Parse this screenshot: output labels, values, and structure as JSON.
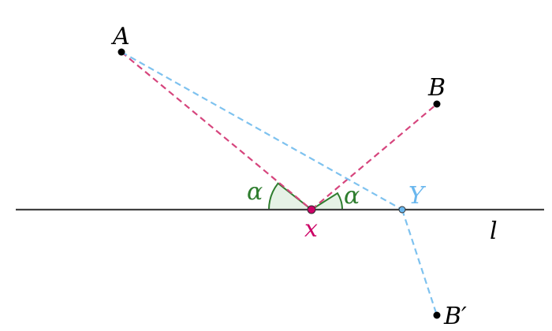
{
  "diagram": {
    "points": {
      "A": {
        "label": "A"
      },
      "B": {
        "label": "B"
      },
      "x": {
        "label": "x"
      },
      "Y": {
        "label": "Y"
      },
      "B_prime": {
        "label": "B′"
      }
    },
    "line_label": "l",
    "angle_labels": [
      "α",
      "α"
    ],
    "colors": {
      "line": "#404040",
      "point": "#000000",
      "magenta": "#d6457d",
      "cyan": "#7ec2ef",
      "green": "#2e7d2e",
      "green_fill": "#e6f2e6",
      "x_point": "#cc0066",
      "y_point": "#6ab7ee"
    }
  }
}
